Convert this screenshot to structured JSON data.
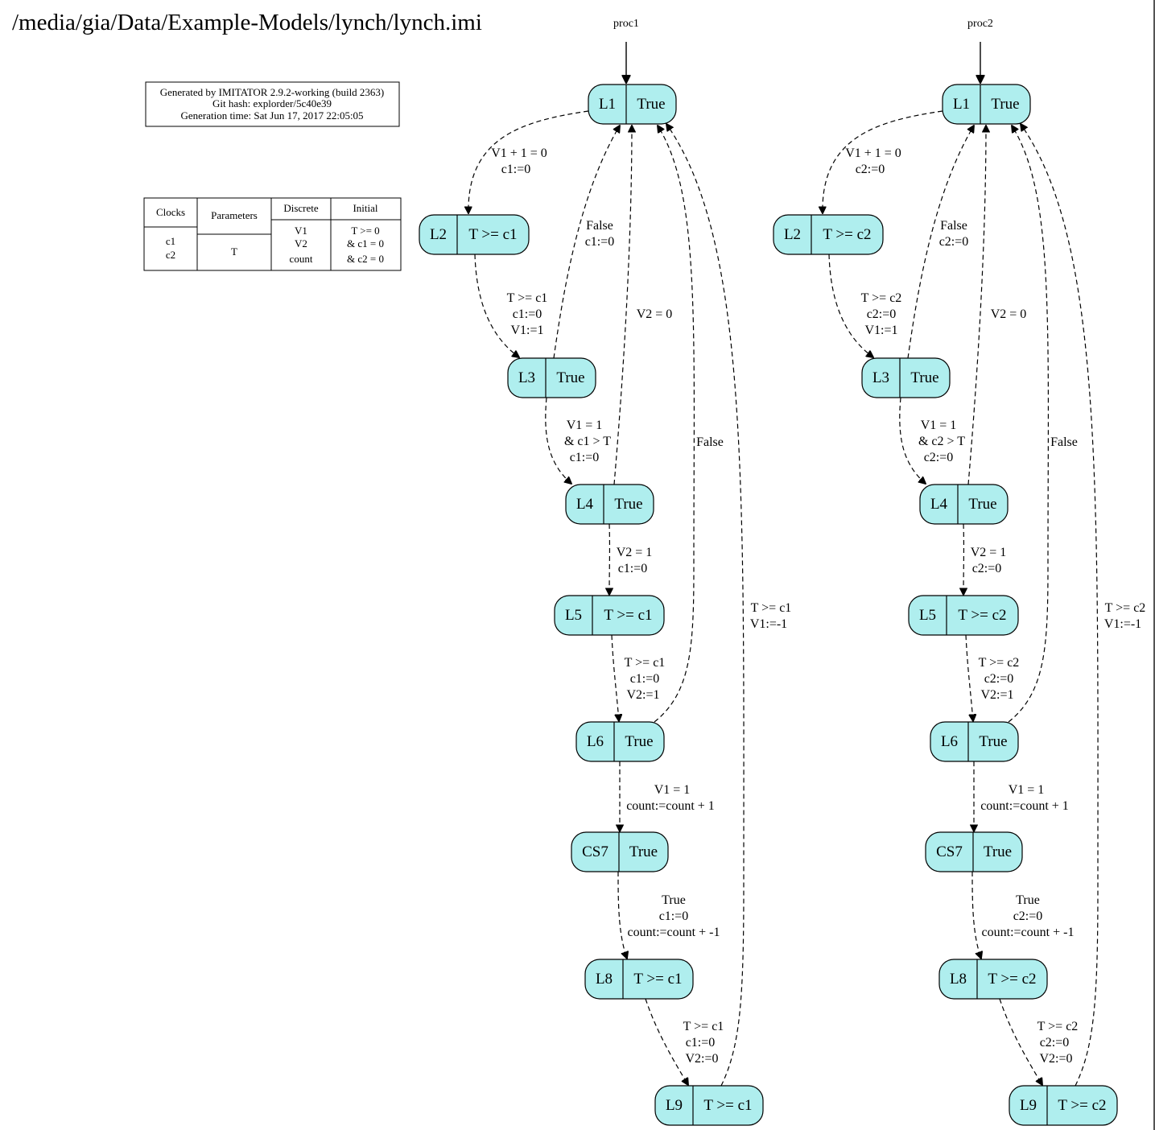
{
  "title": "/media/gia/Data/Example-Models/lynch/lynch.imi",
  "info": {
    "generated_by": "Generated by IMITATOR 2.9.2-working (build 2363)",
    "git_hash": "Git hash: explorder/5c40e39",
    "generation_time": "Generation time: Sat Jun 17, 2017 22:05:05"
  },
  "vars_table": {
    "clocks_header": "Clocks",
    "clocks": [
      "c1",
      "c2"
    ],
    "parameters_header": "Parameters",
    "parameters": [
      "T"
    ],
    "discrete_header": "Discrete",
    "discrete": [
      "V1",
      "V2",
      "count"
    ],
    "initial_header": "Initial",
    "initial": [
      "T >= 0",
      "& c1 = 0",
      "& c2 = 0"
    ]
  },
  "automata": [
    {
      "name": "proc1",
      "nodes": [
        {
          "id": "L1",
          "inv": "True"
        },
        {
          "id": "L2",
          "inv": "T >= c1"
        },
        {
          "id": "L3",
          "inv": "True"
        },
        {
          "id": "L4",
          "inv": "True"
        },
        {
          "id": "L5",
          "inv": "T >= c1"
        },
        {
          "id": "L6",
          "inv": "True"
        },
        {
          "id": "CS7",
          "inv": "True"
        },
        {
          "id": "L8",
          "inv": "T >= c1"
        },
        {
          "id": "L9",
          "inv": "T >= c1"
        }
      ],
      "edges": [
        {
          "from": "L1",
          "to": "L2",
          "label": [
            "V1 + 1 = 0",
            "c1:=0"
          ]
        },
        {
          "from": "L2",
          "to": "L3",
          "label": [
            "T >= c1",
            "c1:=0",
            "V1:=1"
          ]
        },
        {
          "from": "L3",
          "to": "L1",
          "label": [
            "False",
            "c1:=0"
          ]
        },
        {
          "from": "L3",
          "to": "L4",
          "label": [
            "V1 = 1",
            "&  c1 > T",
            "c1:=0"
          ]
        },
        {
          "from": "L4",
          "to": "L1",
          "label": [
            "V2 = 0"
          ]
        },
        {
          "from": "L4",
          "to": "L5",
          "label": [
            "V2 = 1",
            "c1:=0"
          ]
        },
        {
          "from": "L5",
          "to": "L6",
          "label": [
            "T >= c1",
            "c1:=0",
            "V2:=1"
          ]
        },
        {
          "from": "L6",
          "to": "L1",
          "label": [
            "False"
          ]
        },
        {
          "from": "L6",
          "to": "CS7",
          "label": [
            "V1 = 1",
            "count:=count + 1"
          ]
        },
        {
          "from": "CS7",
          "to": "L8",
          "label": [
            "True",
            "c1:=0",
            "count:=count + -1"
          ]
        },
        {
          "from": "L8",
          "to": "L9",
          "label": [
            "T >= c1",
            "c1:=0",
            "V2:=0"
          ]
        },
        {
          "from": "L9",
          "to": "L1",
          "label": [
            "T >= c1",
            "V1:=-1"
          ]
        }
      ]
    },
    {
      "name": "proc2",
      "nodes": [
        {
          "id": "L1",
          "inv": "True"
        },
        {
          "id": "L2",
          "inv": "T >= c2"
        },
        {
          "id": "L3",
          "inv": "True"
        },
        {
          "id": "L4",
          "inv": "True"
        },
        {
          "id": "L5",
          "inv": "T >= c2"
        },
        {
          "id": "L6",
          "inv": "True"
        },
        {
          "id": "CS7",
          "inv": "True"
        },
        {
          "id": "L8",
          "inv": "T >= c2"
        },
        {
          "id": "L9",
          "inv": "T >= c2"
        }
      ],
      "edges": [
        {
          "from": "L1",
          "to": "L2",
          "label": [
            "V1 + 1 = 0",
            "c2:=0"
          ]
        },
        {
          "from": "L2",
          "to": "L3",
          "label": [
            "T >= c2",
            "c2:=0",
            "V1:=1"
          ]
        },
        {
          "from": "L3",
          "to": "L1",
          "label": [
            "False",
            "c2:=0"
          ]
        },
        {
          "from": "L3",
          "to": "L4",
          "label": [
            "V1 = 1",
            "&  c2 > T",
            "c2:=0"
          ]
        },
        {
          "from": "L4",
          "to": "L1",
          "label": [
            "V2 = 0"
          ]
        },
        {
          "from": "L4",
          "to": "L5",
          "label": [
            "V2 = 1",
            "c2:=0"
          ]
        },
        {
          "from": "L5",
          "to": "L6",
          "label": [
            "T >= c2",
            "c2:=0",
            "V2:=1"
          ]
        },
        {
          "from": "L6",
          "to": "L1",
          "label": [
            "False"
          ]
        },
        {
          "from": "L6",
          "to": "CS7",
          "label": [
            "V1 = 1",
            "count:=count + 1"
          ]
        },
        {
          "from": "CS7",
          "to": "L8",
          "label": [
            "True",
            "c2:=0",
            "count:=count + -1"
          ]
        },
        {
          "from": "L8",
          "to": "L9",
          "label": [
            "T >= c2",
            "c2:=0",
            "V2:=0"
          ]
        },
        {
          "from": "L9",
          "to": "L1",
          "label": [
            "T >= c2",
            "V1:=-1"
          ]
        }
      ]
    }
  ],
  "colors": {
    "node_fill": "#afeeee",
    "stroke": "#000000"
  }
}
